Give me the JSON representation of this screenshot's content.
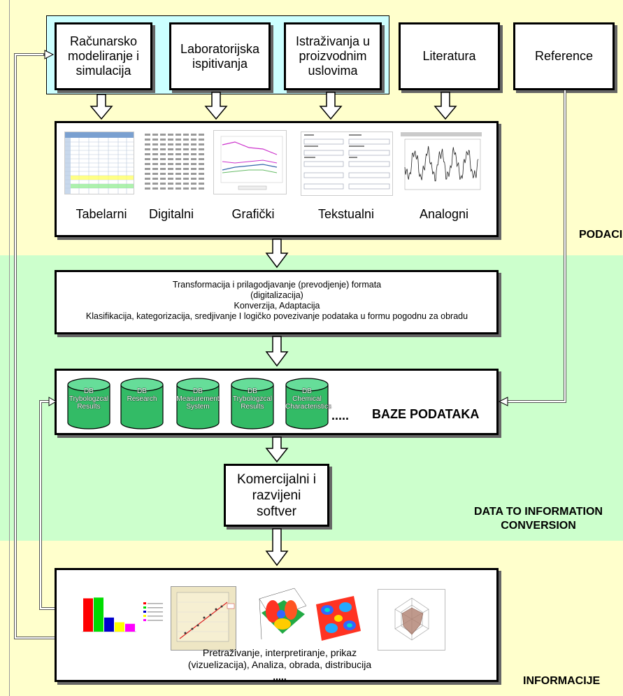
{
  "sources": [
    {
      "label": "Računarsko\nmodeliranje i\nsimulacija"
    },
    {
      "label": "Laboratorijska\nispitivanja"
    },
    {
      "label": "Istraživanja u\nproizvodnim\nuslovima"
    },
    {
      "label": "Literatura"
    },
    {
      "label": "Reference"
    }
  ],
  "formats": [
    "Tabelarni",
    "Digitalni",
    "Grafički",
    "Tekstualni",
    "Analogni"
  ],
  "side_labels": {
    "podaci": "PODACI",
    "conversion_line1": "DATA TO INFORMATION",
    "conversion_line2": "CONVERSION",
    "informacije": "INFORMACIJE"
  },
  "transform": {
    "line1": "Transformacija i prilagodjavanje (prevodjenje) formata",
    "line2": "(digitalizacija)",
    "line3": "Konverzija, Adaptacija",
    "line4": "Klasifikacija, kategorizacija, sredjivanje I logičko povezivanje podataka u formu pogodnu za obradu"
  },
  "databases": {
    "title": "BAZE PODATAKA",
    "ellipsis": ".....",
    "items": [
      {
        "line1": "DB",
        "line2": "Trybologzcal",
        "line3": "Results"
      },
      {
        "line1": "DB",
        "line2": "Research",
        "line3": ""
      },
      {
        "line1": "DB",
        "line2": "Measurement",
        "line3": "System"
      },
      {
        "line1": "DB",
        "line2": "Trybologzcal",
        "line3": "Results"
      },
      {
        "line1": "DB",
        "line2": "Chemical",
        "line3": "Characteristics"
      }
    ]
  },
  "software": {
    "label": "Komercijalni i\nrazvijeni\nsoftver"
  },
  "output": {
    "line1": "Pretraživanje, interpretiranje, prikaz",
    "line2": "(vizuelizacija),  Analiza, obrada, distribucija",
    "line3": "....."
  },
  "colors": {
    "top_band": "#ffffcc",
    "mid_band": "#ccffcc",
    "bottom_band": "#ffffcc",
    "source_panel": "#ccffff",
    "db_cylinder": "#33bb66"
  },
  "bar_chart_values": [
    0.85,
    0.87,
    0.36,
    0.24,
    0.2
  ],
  "bar_chart_colors": [
    "#ff0000",
    "#00dd00",
    "#0000cc",
    "#ffff00",
    "#ff00ff"
  ]
}
